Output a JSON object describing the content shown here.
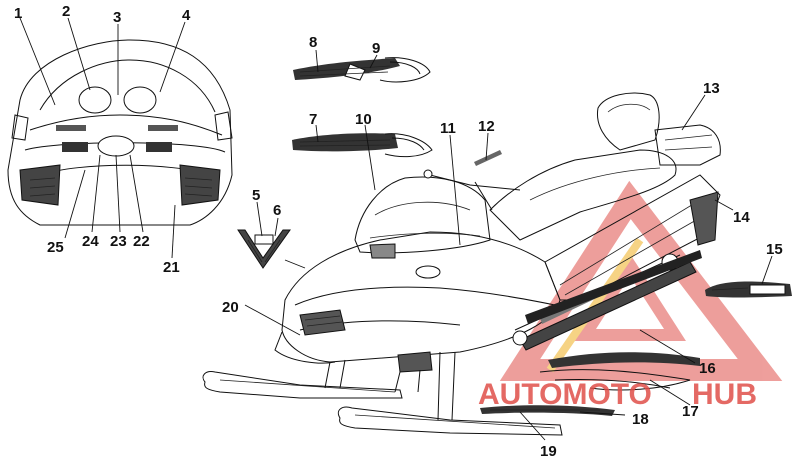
{
  "callouts": [
    {
      "n": "1"
    },
    {
      "n": "2"
    },
    {
      "n": "3"
    },
    {
      "n": "4"
    },
    {
      "n": "5"
    },
    {
      "n": "6"
    },
    {
      "n": "7"
    },
    {
      "n": "8"
    },
    {
      "n": "9"
    },
    {
      "n": "10"
    },
    {
      "n": "11"
    },
    {
      "n": "12"
    },
    {
      "n": "13"
    },
    {
      "n": "14"
    },
    {
      "n": "15"
    },
    {
      "n": "16"
    },
    {
      "n": "17"
    },
    {
      "n": "18"
    },
    {
      "n": "19"
    },
    {
      "n": "20"
    },
    {
      "n": "21"
    },
    {
      "n": "22"
    },
    {
      "n": "23"
    },
    {
      "n": "24"
    },
    {
      "n": "25"
    }
  ],
  "watermark": {
    "part1": "AUTOMOTO",
    "part2": "HUB",
    "color_primary": "#e0504a",
    "color_secondary": "#f0b020"
  },
  "colors": {
    "ink": "#111111",
    "background": "#ffffff"
  }
}
